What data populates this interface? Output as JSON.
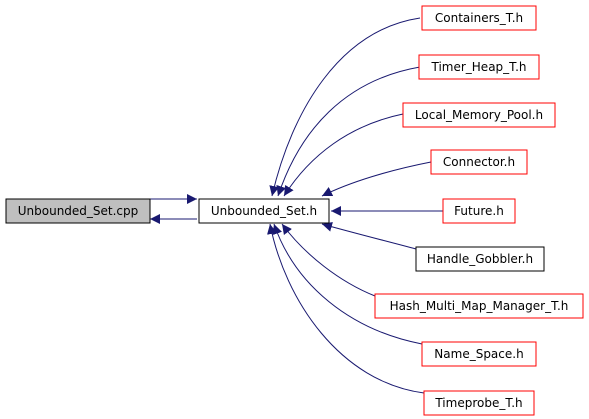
{
  "nodes": {
    "source": {
      "label": "Unbounded_Set.cpp",
      "border": "#000000",
      "fill": "#bfbfbf"
    },
    "center": {
      "label": "Unbounded_Set.h",
      "border": "#000000",
      "fill": "#ffffff"
    },
    "containers_t": {
      "label": "Containers_T.h",
      "border": "#ff0000",
      "fill": "#ffffff"
    },
    "timer_heap_t": {
      "label": "Timer_Heap_T.h",
      "border": "#ff0000",
      "fill": "#ffffff"
    },
    "local_memory_pool": {
      "label": "Local_Memory_Pool.h",
      "border": "#ff0000",
      "fill": "#ffffff"
    },
    "connector": {
      "label": "Connector.h",
      "border": "#ff0000",
      "fill": "#ffffff"
    },
    "future": {
      "label": "Future.h",
      "border": "#ff0000",
      "fill": "#ffffff"
    },
    "handle_gobbler": {
      "label": "Handle_Gobbler.h",
      "border": "#000000",
      "fill": "#ffffff"
    },
    "hash_multi_map_manager_t": {
      "label": "Hash_Multi_Map_Manager_T.h",
      "border": "#ff0000",
      "fill": "#ffffff"
    },
    "name_space": {
      "label": "Name_Space.h",
      "border": "#ff0000",
      "fill": "#ffffff"
    },
    "timeprobe_t": {
      "label": "Timeprobe_T.h",
      "border": "#ff0000",
      "fill": "#ffffff"
    }
  },
  "edge_color": "#191970"
}
